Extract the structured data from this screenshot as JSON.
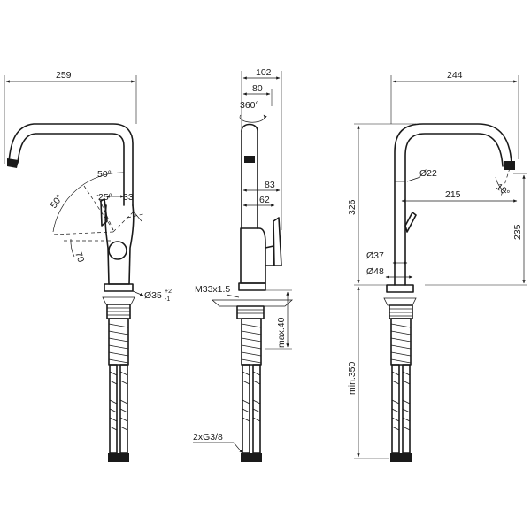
{
  "views": {
    "left": {
      "width_label": "259",
      "angle_50a": "50°",
      "angle_50b": "50°",
      "angle_25": "25°",
      "dim_33": "33",
      "dim_70": "70",
      "hole_label": "Ø35",
      "hole_tol_upper": "+2",
      "hole_tol_lower": "-1"
    },
    "middle": {
      "dim_102": "102",
      "dim_80": "80",
      "rotation": "360°",
      "dim_83": "83",
      "dim_62": "62",
      "thread": "M33x1.5",
      "max_thickness": "max.40",
      "hose_thread": "2xG3/8"
    },
    "right": {
      "dim_244": "244",
      "dim_326": "326",
      "dim_22": "Ø22",
      "angle_10": "10°",
      "dim_215": "215",
      "dim_235": "235",
      "dim_37": "Ø37",
      "dim_48": "Ø48",
      "min_hose": "min.350"
    }
  }
}
